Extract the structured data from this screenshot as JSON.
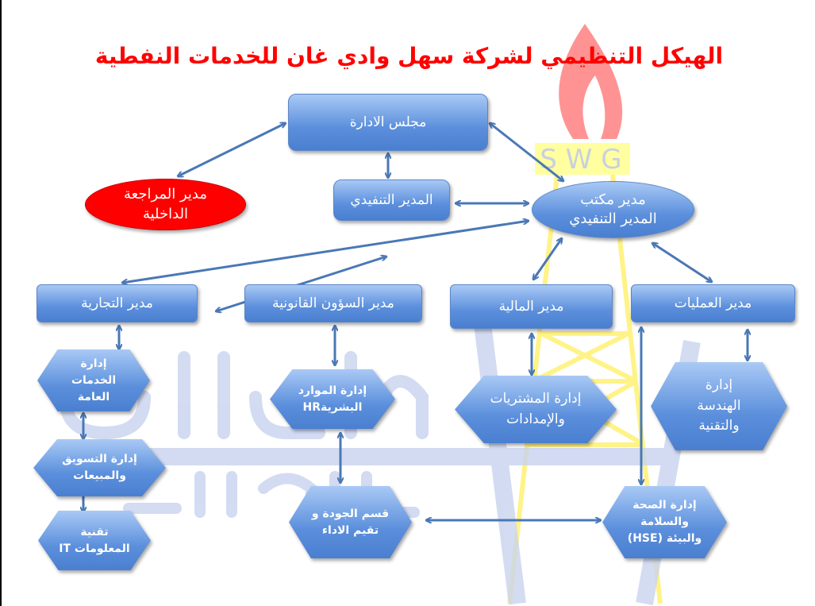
{
  "title": "الهيكل التنظيمي لشركة سهل وادي غان للخدمات النفطية",
  "watermark": {
    "logo_letters": "S W G",
    "company_line1": "شركة سهل وادي غان",
    "company_line2": "للخدمات النفطية"
  },
  "nodes": {
    "board": "مجلس الادارة",
    "executive_director": "المدير التنفيدي",
    "internal_audit": "مدير المراجعة\nالداخلية",
    "ed_office": "مدير مكتب\nالمدير التنفيدي",
    "commercial": "مدير التجارية",
    "legal": "مدير السؤون القانونية",
    "finance": "مدير المالية",
    "operations": "مدير العمليات",
    "general_services": "إدارة\nالخدمات\nالعامة",
    "marketing_sales": "إدارة التسويق\nوالمبيعات",
    "it": "تقنية\nالمعلومات IT",
    "hr": "إدارة الموارد\nالبشريةHR",
    "quality": "قسم الجودة و\nتقيم الاداء",
    "procurement": "إدارة المشتريات\nوالإمدادات",
    "engineering": "إدارة\nالهندسة\nوالتقنية",
    "hse": "إدارة الصحة\nوالسلامة\nوالبيئة (HSE)"
  },
  "colors": {
    "title": "#ff0000",
    "box": "#5b8fdc",
    "audit": "#ff0000",
    "arrow": "#4a78b5"
  }
}
